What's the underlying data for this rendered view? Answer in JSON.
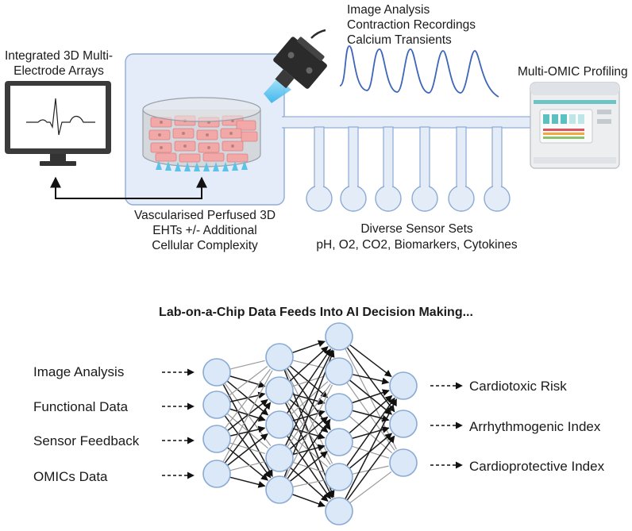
{
  "top": {
    "mea_label": [
      "Integrated 3D Multi-",
      "Electrode Arrays"
    ],
    "eht_label": [
      "Vascularised Perfused 3D",
      "EHTs +/- Additional",
      "Cellular Complexity"
    ],
    "imaging_label": [
      "Image Analysis",
      "Contraction Recordings",
      "Calcium Transients"
    ],
    "omic_label": "Multi-OMIC Profiling",
    "sensor_label": [
      "Diverse Sensor Sets",
      "pH, O2, CO2, Biomarkers, Cytokines"
    ]
  },
  "bottom": {
    "title": "Lab-on-a-Chip Data Feeds Into AI Decision Making...",
    "inputs": [
      "Image Analysis",
      "Functional Data",
      "Sensor Feedback",
      "OMICs Data"
    ],
    "outputs": [
      "Cardiotoxic Risk",
      "Arrhythmogenic Index",
      "Cardioprotective Index"
    ]
  },
  "network": {
    "layer_sizes": [
      4,
      5,
      6,
      3
    ]
  },
  "colors": {
    "node_fill": "#dbe8f7",
    "node_stroke": "#8aaad4",
    "chip_fill": "#e3ecf8",
    "tube_fill": "#e4ecf8",
    "signal_line": "#3d66b8",
    "monitor": "#3a3a3a",
    "cells": "#f2a3a3",
    "light_beam": "#5cc7f0"
  }
}
